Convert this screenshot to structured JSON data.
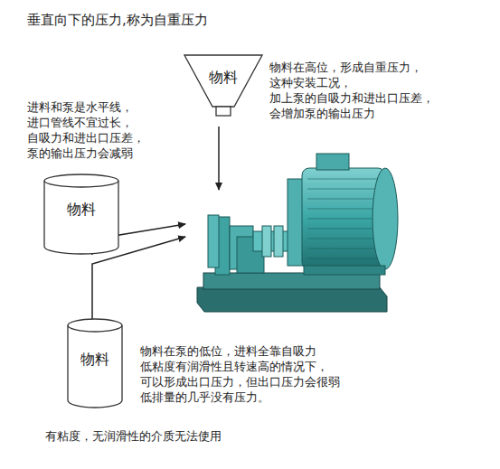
{
  "diagram": {
    "title": "垂直向下的压力,称为自重压力",
    "nodes": [
      {
        "text": [
          "物料"
        ]
      },
      {
        "text": [
          "物料"
        ]
      },
      {
        "text": [
          "物料"
        ]
      }
    ],
    "labels": [
      "物料在高位，形成自重压力，",
      "这种安装工况，",
      "加上泵的自吸力和进出口压差，",
      "会增加泵的输出压力",
      "进料和泵是水平线，",
      "进口管线不宜过长，",
      "自吸力和进出口压差，",
      "泵的输出压力会减弱",
      "物料在泵的低位，进料全靠自吸力",
      "低粘度有润滑性且转速高的情况下，",
      "可以形成出口压力，但出口压力会很弱",
      "低排量的几乎没有压力。",
      "有粘度，无润滑性的介质无法使用"
    ]
  }
}
